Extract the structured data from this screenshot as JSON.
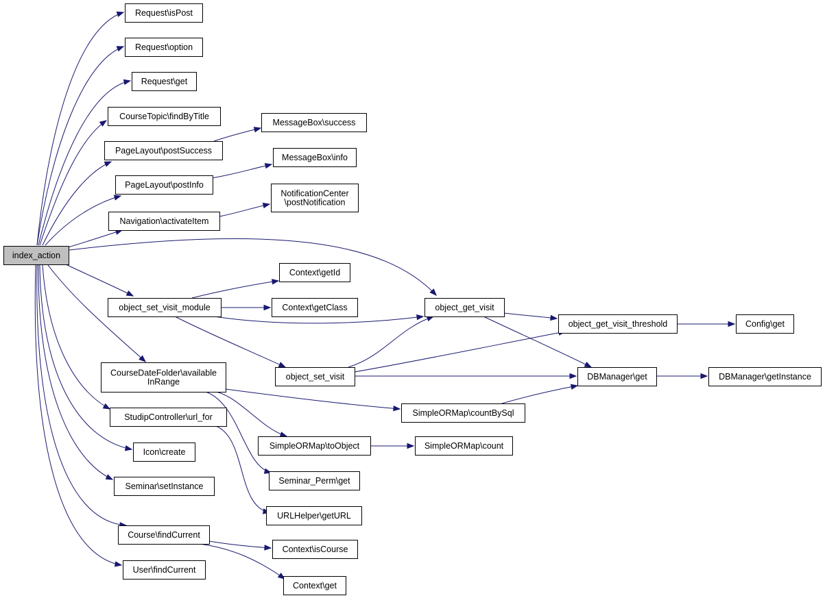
{
  "colors": {
    "edge": "#191970",
    "root_fill": "#bfbfbf",
    "node_fill": "#ffffff",
    "node_border": "#000000"
  },
  "nodes": [
    {
      "id": "n0",
      "lines": [
        "index_action"
      ],
      "root": true
    },
    {
      "id": "n1",
      "lines": [
        "Request\\isPost"
      ]
    },
    {
      "id": "n2",
      "lines": [
        "Request\\option"
      ]
    },
    {
      "id": "n3",
      "lines": [
        "Request\\get"
      ]
    },
    {
      "id": "n4",
      "lines": [
        "CourseTopic\\findByTitle"
      ]
    },
    {
      "id": "n5",
      "lines": [
        "PageLayout\\postSuccess"
      ]
    },
    {
      "id": "n6",
      "lines": [
        "MessageBox\\success"
      ]
    },
    {
      "id": "n7",
      "lines": [
        "PageLayout\\postInfo"
      ]
    },
    {
      "id": "n8",
      "lines": [
        "MessageBox\\info"
      ]
    },
    {
      "id": "n9",
      "lines": [
        "Navigation\\activateItem"
      ]
    },
    {
      "id": "n10",
      "lines": [
        "NotificationCenter",
        "\\postNotification"
      ]
    },
    {
      "id": "n11",
      "lines": [
        "object_get_visit"
      ]
    },
    {
      "id": "n12",
      "lines": [
        "object_get_visit_threshold"
      ]
    },
    {
      "id": "n13",
      "lines": [
        "Config\\get"
      ]
    },
    {
      "id": "n14",
      "lines": [
        "object_set_visit_module"
      ]
    },
    {
      "id": "n15",
      "lines": [
        "Context\\getId"
      ]
    },
    {
      "id": "n16",
      "lines": [
        "Context\\getClass"
      ]
    },
    {
      "id": "n17",
      "lines": [
        "CourseDateFolder\\available",
        "InRange"
      ]
    },
    {
      "id": "n18",
      "lines": [
        "object_set_visit"
      ]
    },
    {
      "id": "n19",
      "lines": [
        "DBManager\\get"
      ]
    },
    {
      "id": "n20",
      "lines": [
        "DBManager\\getInstance"
      ]
    },
    {
      "id": "n21",
      "lines": [
        "SimpleORMap\\countBySql"
      ]
    },
    {
      "id": "n22",
      "lines": [
        "StudipController\\url_for"
      ]
    },
    {
      "id": "n23",
      "lines": [
        "SimpleORMap\\toObject"
      ]
    },
    {
      "id": "n24",
      "lines": [
        "SimpleORMap\\count"
      ]
    },
    {
      "id": "n25",
      "lines": [
        "Icon\\create"
      ]
    },
    {
      "id": "n26",
      "lines": [
        "Seminar_Perm\\get"
      ]
    },
    {
      "id": "n27",
      "lines": [
        "Seminar\\setInstance"
      ]
    },
    {
      "id": "n28",
      "lines": [
        "URLHelper\\getURL"
      ]
    },
    {
      "id": "n29",
      "lines": [
        "Course\\findCurrent"
      ]
    },
    {
      "id": "n30",
      "lines": [
        "Context\\isCourse"
      ]
    },
    {
      "id": "n31",
      "lines": [
        "User\\findCurrent"
      ]
    },
    {
      "id": "n32",
      "lines": [
        "Context\\get"
      ]
    }
  ],
  "edges": [
    {
      "from": "n0",
      "to": "n1"
    },
    {
      "from": "n0",
      "to": "n2"
    },
    {
      "from": "n0",
      "to": "n3"
    },
    {
      "from": "n0",
      "to": "n4"
    },
    {
      "from": "n0",
      "to": "n5"
    },
    {
      "from": "n0",
      "to": "n7"
    },
    {
      "from": "n0",
      "to": "n9"
    },
    {
      "from": "n0",
      "to": "n11"
    },
    {
      "from": "n0",
      "to": "n14"
    },
    {
      "from": "n0",
      "to": "n17"
    },
    {
      "from": "n0",
      "to": "n22"
    },
    {
      "from": "n0",
      "to": "n25"
    },
    {
      "from": "n0",
      "to": "n27"
    },
    {
      "from": "n0",
      "to": "n29"
    },
    {
      "from": "n0",
      "to": "n31"
    },
    {
      "from": "n5",
      "to": "n6"
    },
    {
      "from": "n7",
      "to": "n8"
    },
    {
      "from": "n9",
      "to": "n10"
    },
    {
      "from": "n14",
      "to": "n15"
    },
    {
      "from": "n14",
      "to": "n16"
    },
    {
      "from": "n14",
      "to": "n11"
    },
    {
      "from": "n14",
      "to": "n18"
    },
    {
      "from": "n11",
      "to": "n12"
    },
    {
      "from": "n11",
      "to": "n19"
    },
    {
      "from": "n12",
      "to": "n13"
    },
    {
      "from": "n18",
      "to": "n11"
    },
    {
      "from": "n18",
      "to": "n12"
    },
    {
      "from": "n18",
      "to": "n19"
    },
    {
      "from": "n19",
      "to": "n20"
    },
    {
      "from": "n17",
      "to": "n21"
    },
    {
      "from": "n17",
      "to": "n23"
    },
    {
      "from": "n17",
      "to": "n26"
    },
    {
      "from": "n21",
      "to": "n19"
    },
    {
      "from": "n23",
      "to": "n24"
    },
    {
      "from": "n22",
      "to": "n28"
    },
    {
      "from": "n29",
      "to": "n30"
    },
    {
      "from": "n29",
      "to": "n32"
    }
  ]
}
